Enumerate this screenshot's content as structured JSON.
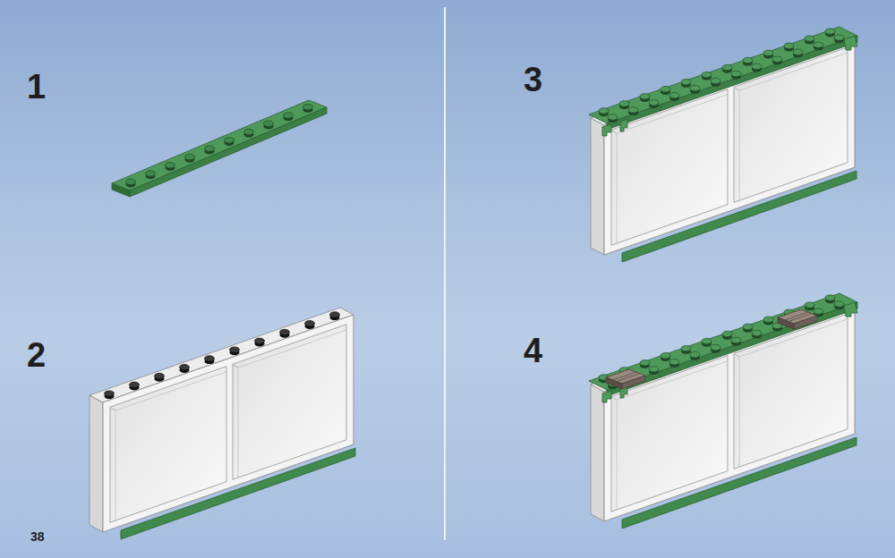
{
  "diagram": {
    "labels": [
      "1",
      "2",
      "3",
      "4",
      "38"
    ]
  }
}
